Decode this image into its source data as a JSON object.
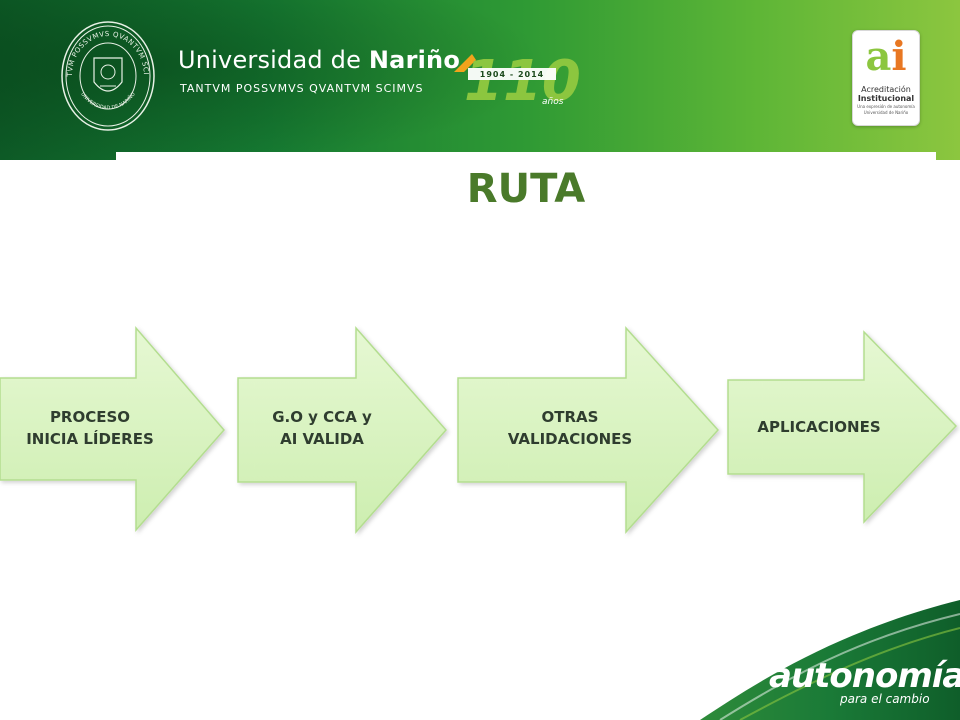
{
  "header": {
    "seal_outer_text": "TANTVM POSSVMVS QVANTVM SCIMVS",
    "seal_inner_text": "UNIVERSIDAD DE NARIÑO",
    "university_name_regular": "Universidad de ",
    "university_name_bold": "Nariño",
    "motto": "TANTVM POSSVMVS QVANTVM SCIMVS",
    "anniversary": {
      "number": "110",
      "years": "1904 - 2014",
      "label": "años"
    },
    "accreditation": {
      "letters_a": "a",
      "letters_i": "i",
      "line1": "Acreditación",
      "line2": "Institucional",
      "line3": "Una expresión de autonomía",
      "line4": "Universidad de Nariño"
    }
  },
  "title": "RUTA",
  "steps": [
    {
      "label_line1": "PROCESO",
      "label_line2": "INICIA LÍDERES"
    },
    {
      "label_line1": "G.O y CCA y",
      "label_line2": "AI VALIDA"
    },
    {
      "label_line1": "OTRAS",
      "label_line2": "VALIDACIONES"
    },
    {
      "label_line1": "APLICACIONES",
      "label_line2": ""
    }
  ],
  "footer": {
    "logo": "autonomía",
    "tagline": "para el cambio"
  },
  "colors": {
    "header_dark": "#0d5a26",
    "header_light": "#8cc63f",
    "title": "#4a7a2a",
    "arrow_fill": "#d7f2bd",
    "arrow_stroke": "#b3dd8f",
    "footer": "#1a7a37"
  }
}
